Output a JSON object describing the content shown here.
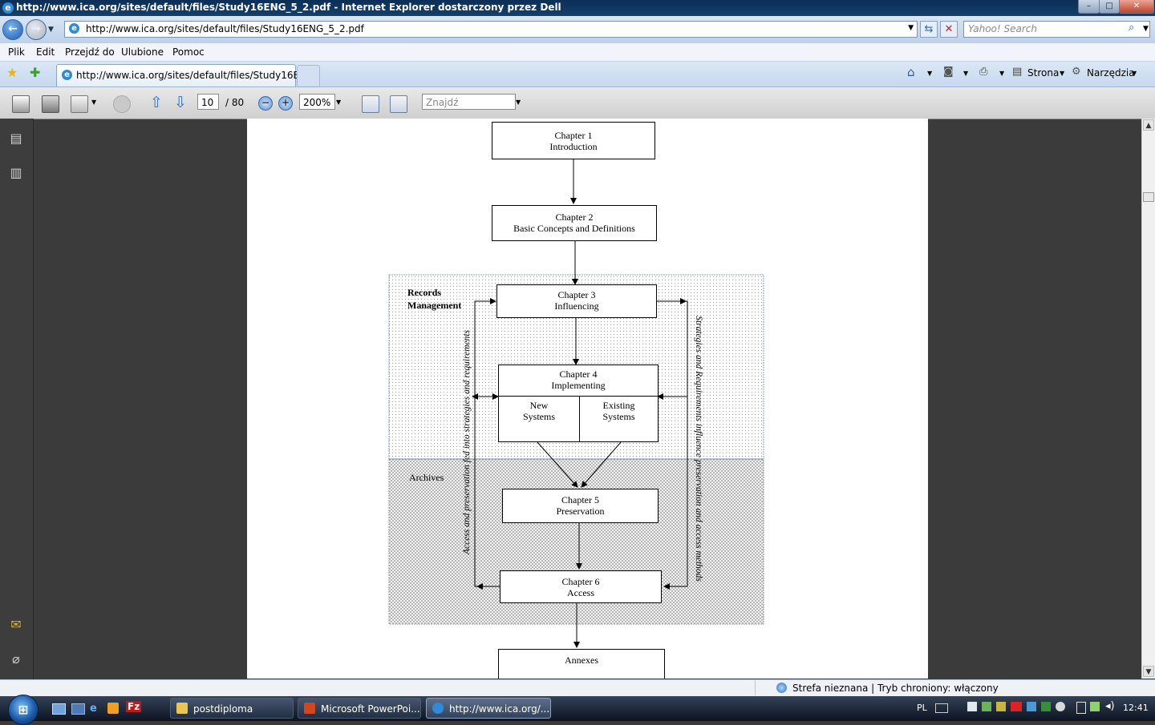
{
  "window": {
    "title": "http://www.ica.org/sites/default/files/Study16ENG_5_2.pdf - Internet Explorer dostarczony przez Dell",
    "min": "–",
    "max": "□",
    "close": "✕"
  },
  "addressbar": {
    "url": "http://www.ica.org/sites/default/files/Study16ENG_5_2.pdf",
    "search_placeholder": "Yahoo! Search"
  },
  "menu": [
    "Plik",
    "Edit",
    "Przejdź do",
    "Ulubione",
    "Pomoc"
  ],
  "tab": {
    "label": "http://www.ica.org/sites/default/files/Study16EN...",
    "commands": [
      "Strona",
      "Narzędzia"
    ]
  },
  "pdf_toolbar": {
    "page": "10",
    "page_total": "/ 80",
    "zoom": "200%",
    "find_placeholder": "Znajdź"
  },
  "diagram": {
    "chapter1": {
      "l1": "Chapter 1",
      "l2": "Introduction"
    },
    "chapter2": {
      "l1": "Chapter 2",
      "l2": "Basic Concepts and Definitions"
    },
    "chapter3": {
      "l1": "Chapter 3",
      "l2": "Influencing"
    },
    "chapter4": {
      "l1": "Chapter 4",
      "l2": "Implementing"
    },
    "new_systems": {
      "l1": "New",
      "l2": "Systems"
    },
    "existing_systems": {
      "l1": "Existing",
      "l2": "Systems"
    },
    "chapter5": {
      "l1": "Chapter 5",
      "l2": "Preservation"
    },
    "chapter6": {
      "l1": "Chapter 6",
      "l2": "Access"
    },
    "annexes": "Annexes",
    "records_management": {
      "l1": "Records",
      "l2": "Management"
    },
    "archives": "Archives",
    "left_side_text": "Access and preservation fed into strategies and requirements",
    "right_side_text": "Strategies and Requirements influence preservation and access methods"
  },
  "statusbar": {
    "zone": "Strefa nieznana | Tryb chroniony: włączony"
  },
  "taskbar": {
    "start": "⊞",
    "tasks": [
      "postdiploma",
      "Microsoft PowerPoi...",
      "http://www.ica.org/..."
    ],
    "lang": "PL",
    "clock": "12:41"
  },
  "colors": {
    "title_bar": "#0a2f57",
    "taskbar": "#0c1420",
    "viewer_bg": "#3b3b3b"
  }
}
